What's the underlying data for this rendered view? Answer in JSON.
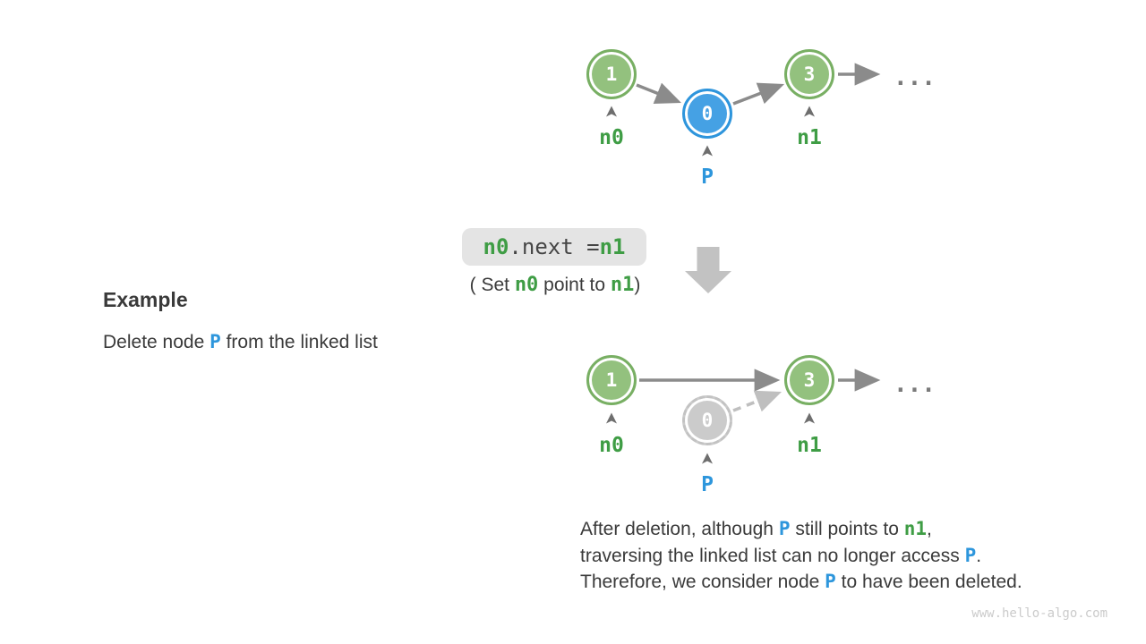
{
  "colors": {
    "node_green_fill": "#93C17E",
    "node_green_border": "#78AF63",
    "node_blue_fill": "#45A1E4",
    "node_blue_border": "#2E95DC",
    "node_gray_fill": "#CBCBCB",
    "node_gray_border": "#C2C2C2",
    "green_text": "#3F9D45",
    "blue_text": "#2D96DC",
    "body_text": "#3A3A3A",
    "arrow_gray": "#8B8B8B",
    "arrow_light_gray": "#BFBFBF",
    "block_arrow_gray": "#C2C2C2",
    "code_box_bg": "#E4E4E4",
    "watermark_gray": "#CBCBCB"
  },
  "example": {
    "title": "Example",
    "line_pre": "Delete node ",
    "line_p": "P",
    "line_post": " from the linked list"
  },
  "code": {
    "n0": "n0",
    "mid": ".next = ",
    "n1": "n1",
    "cap_1": "( Set ",
    "cap_n0": "n0",
    "cap_2": " point to ",
    "cap_n1": "n1",
    "cap_3": ")"
  },
  "top_diagram": {
    "node1": "1",
    "node0": "0",
    "node3": "3",
    "label_n0": "n0",
    "label_p": "P",
    "label_n1": "n1",
    "ellipsis": "..."
  },
  "bottom_diagram": {
    "node1": "1",
    "node0": "0",
    "node3": "3",
    "label_n0": "n0",
    "label_p": "P",
    "label_n1": "n1",
    "ellipsis": "..."
  },
  "note": {
    "l1_1": "After deletion, although ",
    "l1_p": "P",
    "l1_2": " still points to ",
    "l1_n1": "n1",
    "l1_3": ",",
    "l2_1": "traversing the linked list can no longer access ",
    "l2_p": "P",
    "l2_2": ".",
    "l3_1": "Therefore, we consider node ",
    "l3_p": "P",
    "l3_2": " to have been deleted."
  },
  "watermark": "www.hello-algo.com"
}
